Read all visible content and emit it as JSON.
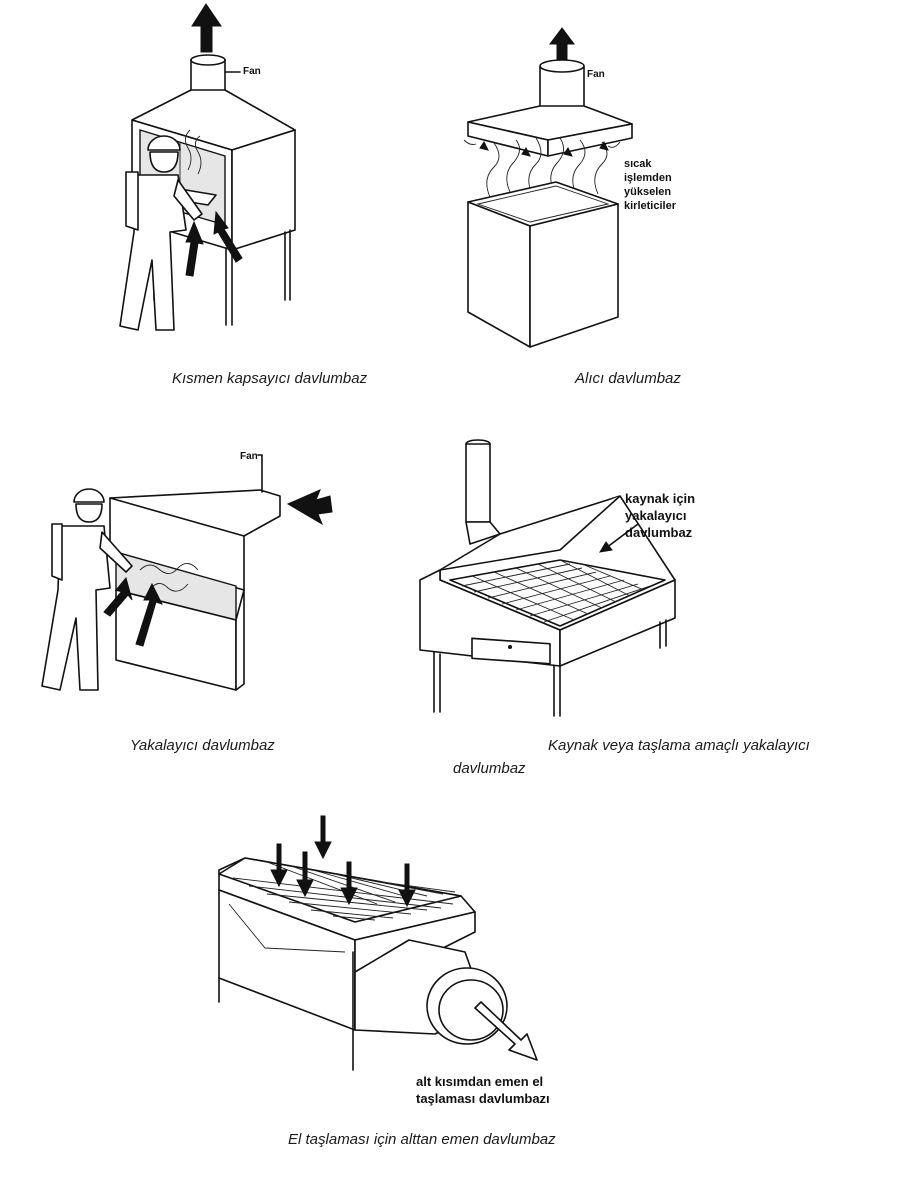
{
  "figures": {
    "partial_hood": {
      "fan_label": "Fan",
      "caption": "Kısmen kapsayıcı davlumbaz",
      "icons": [
        "exhaust-arrow-icon",
        "worker-icon",
        "airflow-arrow-icon"
      ]
    },
    "receiving_hood": {
      "fan_label": "Fan",
      "note_lines": [
        "sıcak",
        "işlemden",
        "yükselen",
        "kirleticiler"
      ],
      "caption": "Alıcı davlumbaz",
      "icons": [
        "exhaust-arrow-icon",
        "hot-fumes-icon"
      ]
    },
    "capturing_hood": {
      "fan_label": "Fan",
      "caption": "Yakalayıcı davlumbaz",
      "icons": [
        "exhaust-arrow-icon",
        "worker-icon",
        "airflow-arrow-icon"
      ]
    },
    "welding_hood": {
      "note_lines": [
        "kaynak için",
        "yakalayıcı",
        "davlumbaz"
      ],
      "caption_line1": "Kaynak veya taşlama amaçlı yakalayıcı",
      "caption_line2": "davlumbaz",
      "icons": [
        "grid-icon",
        "pointer-arrow-icon"
      ]
    },
    "downdraft_bench": {
      "note_lines": [
        "alt kısımdan emen el",
        "taşlaması davlumbazı"
      ],
      "caption": "El taşlaması için alttan emen davlumbaz",
      "icons": [
        "downdraft-arrow-icon",
        "outlet-arrow-icon",
        "grid-icon"
      ]
    }
  },
  "colors": {
    "line": "#111111",
    "background": "#ffffff"
  }
}
